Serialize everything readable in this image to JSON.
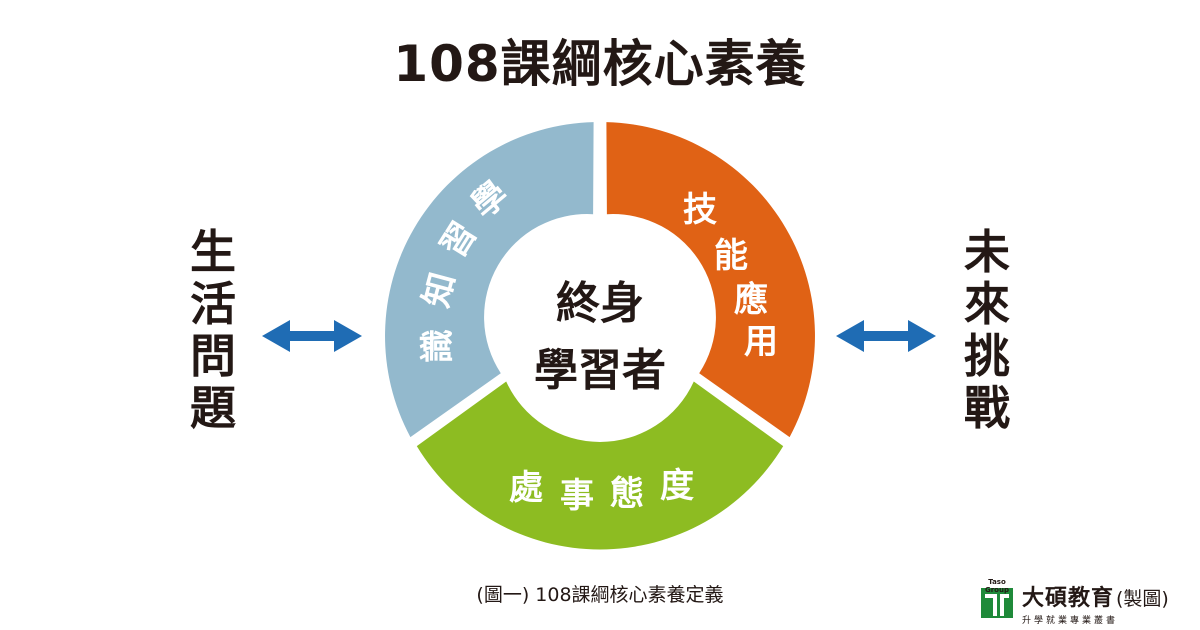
{
  "title": "108課綱核心素養",
  "left_text": [
    "生",
    "活",
    "問",
    "題"
  ],
  "right_text": [
    "未",
    "來",
    "挑",
    "戰"
  ],
  "center": {
    "line1": "終身",
    "line2": "學習者"
  },
  "segments": [
    {
      "label": [
        "知",
        "識",
        "學",
        "習"
      ],
      "color": "#93b9cd"
    },
    {
      "label": [
        "技",
        "能",
        "應",
        "用"
      ],
      "color": "#e06215"
    },
    {
      "label": [
        "處",
        "事",
        "態",
        "度"
      ],
      "color": "#8dbc22"
    }
  ],
  "arrow_color": "#1f6cb4",
  "caption": "(圖一) 108課綱核心素養定義",
  "logo": {
    "group": "Taso Group",
    "name": "大碩教育",
    "suffix": "(製圖)",
    "slogan": "升學就業專業叢書"
  }
}
